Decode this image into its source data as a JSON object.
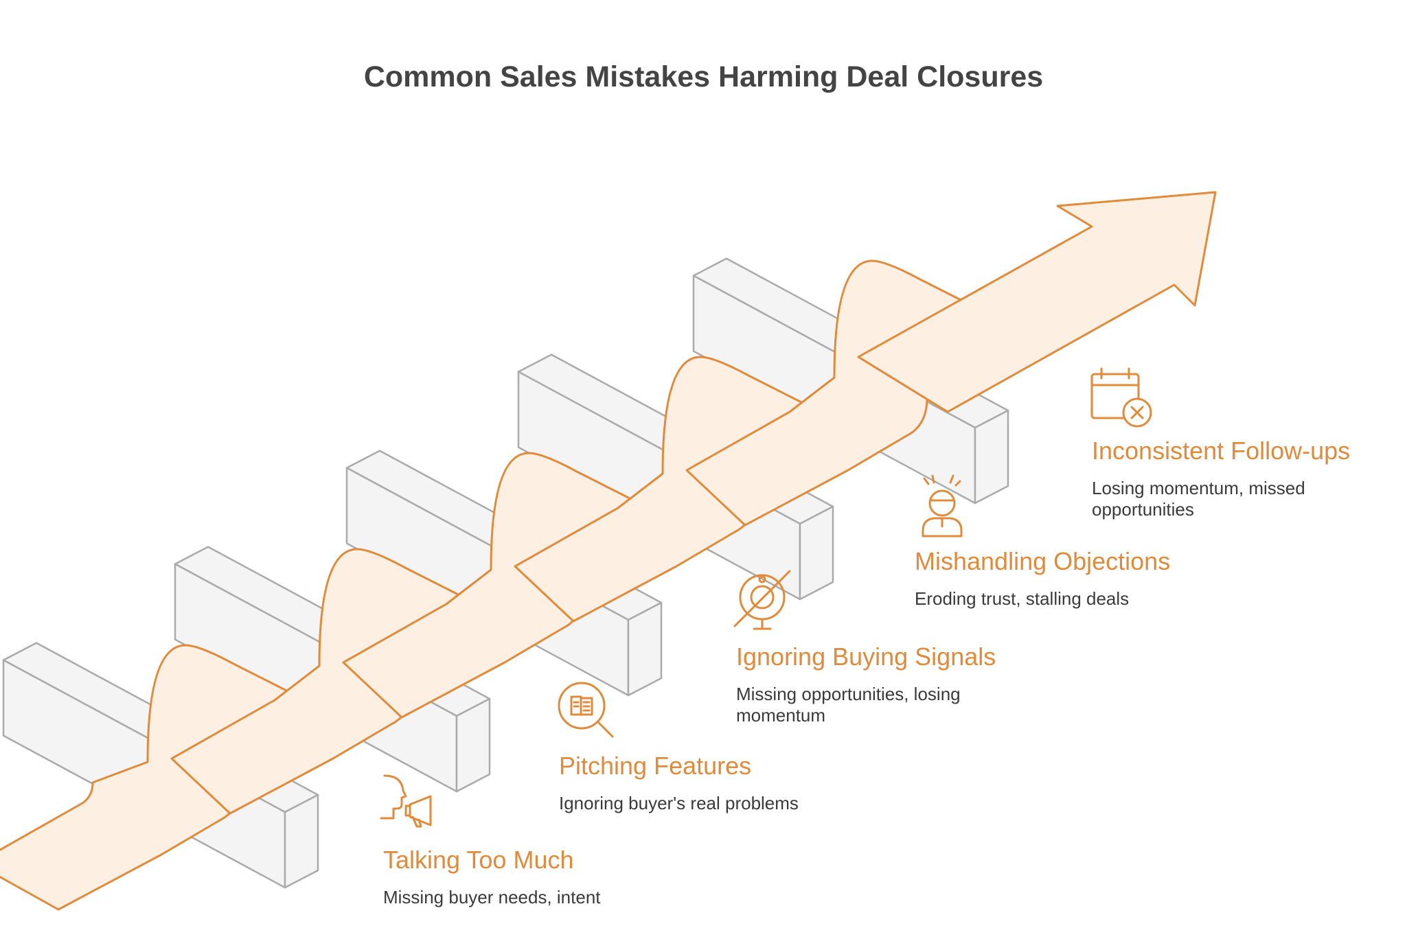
{
  "title": "Common Sales Mistakes Harming Deal Closures",
  "colors": {
    "accent": "#E08A3A",
    "ribbon_fill": "#FDEFE2",
    "block_fill": "#F4F4F4",
    "block_stroke": "#AAAAAA",
    "title_text": "#444444",
    "body_text": "#3a3a3a"
  },
  "items": [
    {
      "title": "Talking Too Much",
      "description": "Missing buyer needs, intent",
      "icon": "speaking-megaphone-icon"
    },
    {
      "title": "Pitching Features",
      "description": "Ignoring buyer's real problems",
      "icon": "document-magnifier-icon"
    },
    {
      "title": "Ignoring Buying Signals",
      "description": "Missing opportunities, losing momentum",
      "icon": "signal-off-icon"
    },
    {
      "title": "Mishandling Objections",
      "description": "Eroding trust, stalling deals",
      "icon": "frustrated-person-icon"
    },
    {
      "title": "Inconsistent Follow-ups",
      "description": "Losing momentum, missed opportunities",
      "icon": "calendar-cancel-icon"
    }
  ]
}
